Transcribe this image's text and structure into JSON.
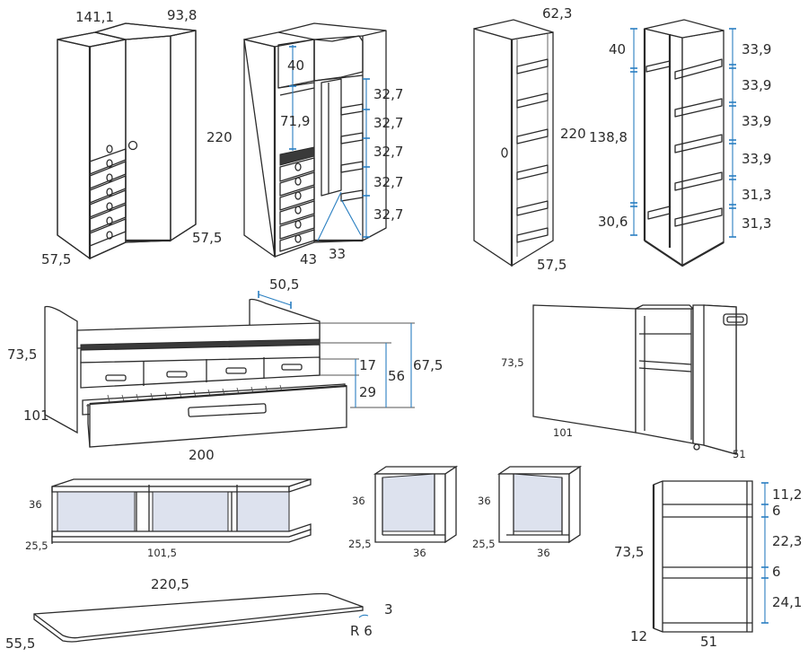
{
  "corner_wardrobe": {
    "width_a": "141,1",
    "width_b": "93,8",
    "height": "220",
    "depth_a": "57,5",
    "depth_b": "57,5"
  },
  "corner_wardrobe_interior": {
    "top_compartment": "40",
    "hanging_compartment": "71,9",
    "shelf_gaps": [
      "32,7",
      "32,7",
      "32,7",
      "32,7",
      "32,7"
    ],
    "diag_a": "43",
    "diag_b": "33"
  },
  "narrow_wardrobe": {
    "width": "62,3",
    "height": "220",
    "depth": "57,5"
  },
  "open_bookcase": {
    "left_dims": [
      "40",
      "138,8",
      "30,6"
    ],
    "right_dims": [
      "33,9",
      "33,9",
      "33,9",
      "33,9",
      "31,3",
      "31,3"
    ]
  },
  "trundle_bed": {
    "headboard_height": "73,5",
    "width": "101",
    "length": "200",
    "top_width": "50,5",
    "dims": [
      "67,5",
      "56",
      "17",
      "29"
    ]
  },
  "desk_unit": {
    "height": "73,5",
    "length": "101",
    "depth": "51"
  },
  "wall_shelf": {
    "height": "36",
    "depth": "25,5",
    "length": "101,5"
  },
  "cube_a": {
    "height": "36",
    "depth": "25,5",
    "width": "36"
  },
  "cube_b": {
    "height": "36",
    "depth": "25,5",
    "width": "36"
  },
  "tabletop": {
    "length": "220,5",
    "depth": "55,5",
    "thickness": "3",
    "radius": "R 6"
  },
  "side_unit": {
    "height": "73,5",
    "depth": "12",
    "width": "51",
    "dims": [
      "11,2",
      "6",
      "22,3",
      "6",
      "24,1"
    ]
  }
}
